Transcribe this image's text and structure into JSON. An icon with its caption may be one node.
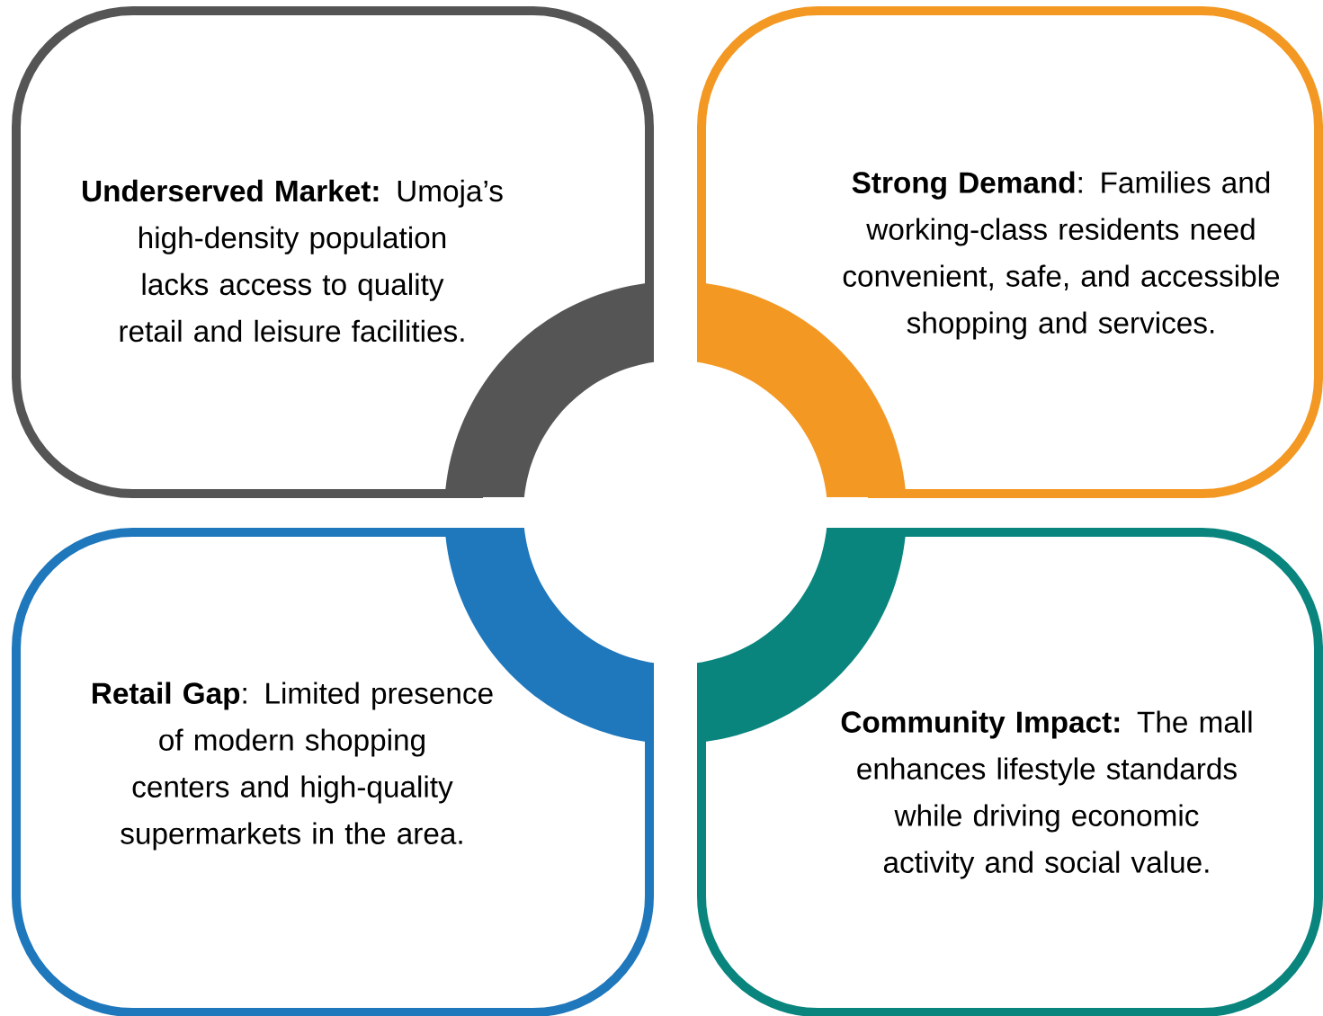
{
  "diagram": {
    "nodes": [
      {
        "text": [
          "**Underserved Market:** Umoja’s high-density population lacks access to quality retail and leisure facilities."
        ]
      },
      {
        "text": [
          "**Strong Demand**: Families and working-class residents need convenient, safe, and accessible shopping and services."
        ]
      },
      {
        "text": [
          "**Retail Gap**: Limited presence of modern shopping centers and high-quality supermarkets in the area."
        ]
      },
      {
        "text": [
          "**Community Impact:** The mall enhances lifestyle standards while driving economic activity and social value."
        ]
      }
    ]
  }
}
